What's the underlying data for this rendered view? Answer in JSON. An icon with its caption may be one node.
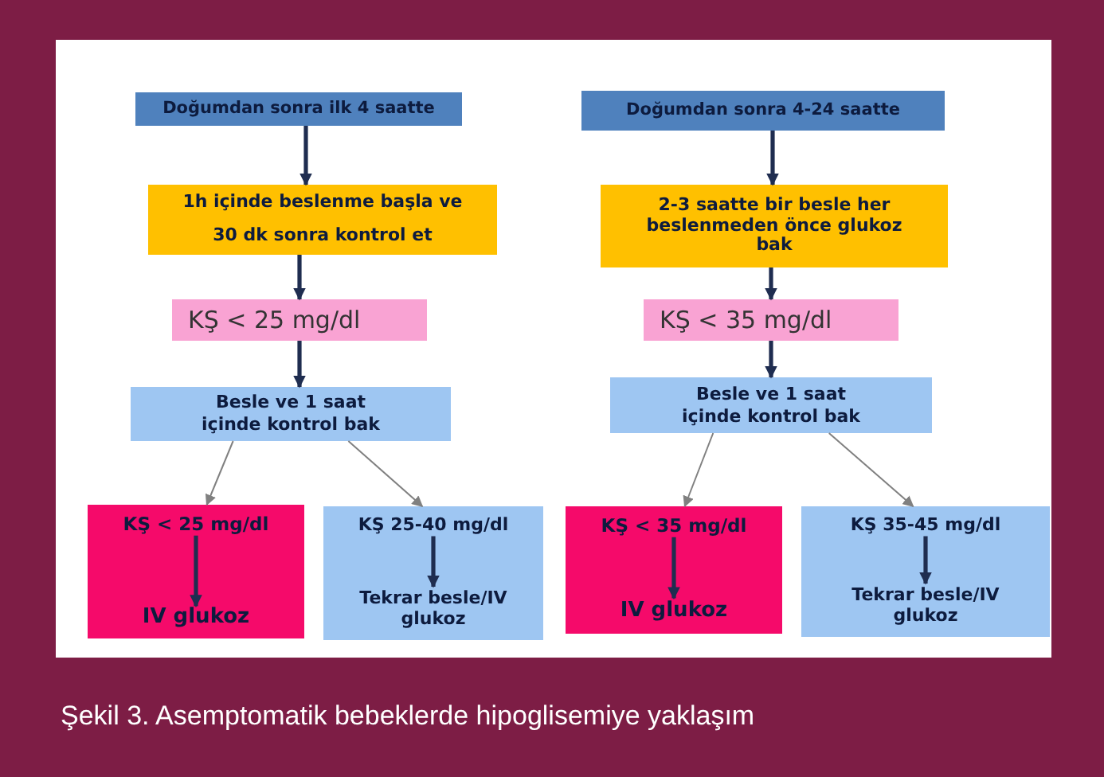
{
  "diagram": {
    "caption": "Şekil 3. Asemptomatik bebeklerde hipoglisemiye yaklaşım",
    "nodes": [
      {
        "text": [
          "Doğumdan sonra ilk 4 saatte"
        ]
      },
      {
        "text": [
          "1h içinde beslenme başla ve 30 dk sonra kontrol et"
        ]
      },
      {
        "text": [
          "KŞ < 25 mg/dl"
        ]
      },
      {
        "text": [
          "Besle ve 1 saat içinde kontrol bak"
        ]
      },
      {
        "text": [],
        "shape": "box"
      },
      {
        "text": [
          "KŞ < 25 mg/dl"
        ],
        "in": 4
      },
      {
        "text": [
          "IV glukoz"
        ],
        "in": 4
      },
      {
        "text": [],
        "shape": "box"
      },
      {
        "text": [
          "KŞ 25-40 mg/dl"
        ],
        "in": 7
      },
      {
        "text": [
          "Tekrar besle/IV glukoz"
        ],
        "in": 7
      },
      {
        "text": [
          "Doğumdan sonra 4-24 saatte"
        ]
      },
      {
        "text": [
          "2-3 saatte bir besle her beslenmeden önce glukoz bak"
        ]
      },
      {
        "text": [
          "KŞ < 35 mg/dl"
        ]
      },
      {
        "text": [
          "Besle ve 1 saat içinde kontrol bak"
        ]
      },
      {
        "text": [],
        "shape": "box"
      },
      {
        "text": [
          "KŞ < 35 mg/dl"
        ],
        "in": 14
      },
      {
        "text": [
          "IV glukoz"
        ],
        "in": 14
      },
      {
        "text": [],
        "shape": "box"
      },
      {
        "text": [
          "KŞ  35-45 mg/dl"
        ],
        "in": 17
      },
      {
        "text": [
          "Tekrar besle/IV glukoz"
        ],
        "in": 17
      }
    ],
    "edges": [
      {
        "from": 0,
        "to": 1,
        "arrow": "to"
      },
      {
        "from": 1,
        "to": 2,
        "arrow": "to"
      },
      {
        "from": 2,
        "to": 3,
        "arrow": "to"
      },
      {
        "from": 3,
        "to": 4,
        "arrow": "to",
        "color": "#808080"
      },
      {
        "from": 3,
        "to": 7,
        "arrow": "to",
        "color": "#808080"
      },
      {
        "from": 5,
        "to": 6,
        "arrow": "to"
      },
      {
        "from": 8,
        "to": 9,
        "arrow": "to"
      },
      {
        "from": 10,
        "to": 11,
        "arrow": "to"
      },
      {
        "from": 11,
        "to": 12,
        "arrow": "to"
      },
      {
        "from": 12,
        "to": 13,
        "arrow": "to"
      },
      {
        "from": 13,
        "to": 14,
        "arrow": "to",
        "color": "#808080"
      },
      {
        "from": 13,
        "to": 17,
        "arrow": "to",
        "color": "#808080"
      },
      {
        "from": 15,
        "to": 16,
        "arrow": "to"
      },
      {
        "from": 18,
        "to": 19,
        "arrow": "to"
      }
    ]
  }
}
